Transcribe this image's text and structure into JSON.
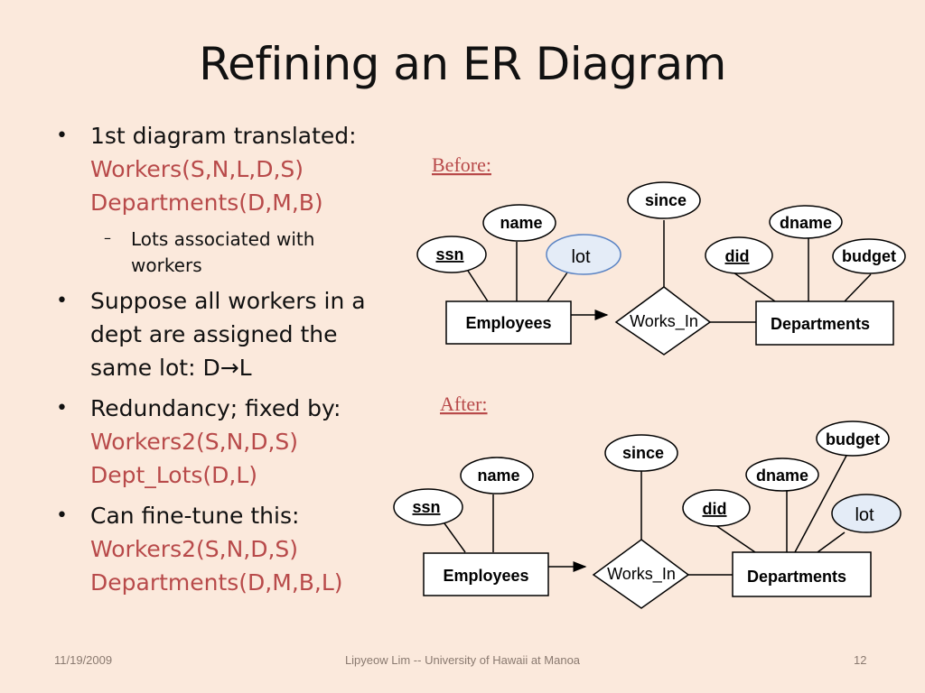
{
  "title": "Refining an ER Diagram",
  "bullets": {
    "b1_line1": "1st diagram translated:",
    "b1_red1": "Workers(S,N,L,D,S)",
    "b1_red2": "Departments(D,M,B)",
    "sub_line1": "Lots associated with",
    "sub_line2": "workers",
    "b2_line1": "Suppose all workers in a",
    "b2_line2": "dept are assigned the",
    "b2_line3_prefix": "same lot: D",
    "b2_arrow": "→",
    "b2_line3_suffix": "L",
    "b3_line1": "Redundancy; fixed by:",
    "b3_red1": "Workers2(S,N,D,S)",
    "b3_red2": "Dept_Lots(D,L)",
    "b4_line1": "Can fine-tune this:",
    "b4_red1": "Workers2(S,N,D,S)",
    "b4_red2": "Departments(D,M,B,L)"
  },
  "before": {
    "heading": "Before:",
    "attrs": {
      "ssn": "ssn",
      "name": "name",
      "lot": "lot",
      "since": "since",
      "did": "did",
      "dname": "dname",
      "budget": "budget"
    },
    "entities": {
      "employees": "Employees",
      "departments": "Departments"
    },
    "relationship": "Works_In"
  },
  "after": {
    "heading": "After:",
    "attrs": {
      "ssn": "ssn",
      "name": "name",
      "since": "since",
      "did": "did",
      "dname": "dname",
      "budget": "budget",
      "lot": "lot"
    },
    "entities": {
      "employees": "Employees",
      "departments": "Departments"
    },
    "relationship": "Works_In"
  },
  "footer": {
    "date": "11/19/2009",
    "author": "Lipyeow Lim -- University of Hawaii at Manoa",
    "page": "12"
  },
  "colors": {
    "background": "#fbe9dc",
    "accent_red": "#b84a4a",
    "highlight_fill": "#e4ecf7",
    "highlight_stroke": "#5b84c4"
  }
}
